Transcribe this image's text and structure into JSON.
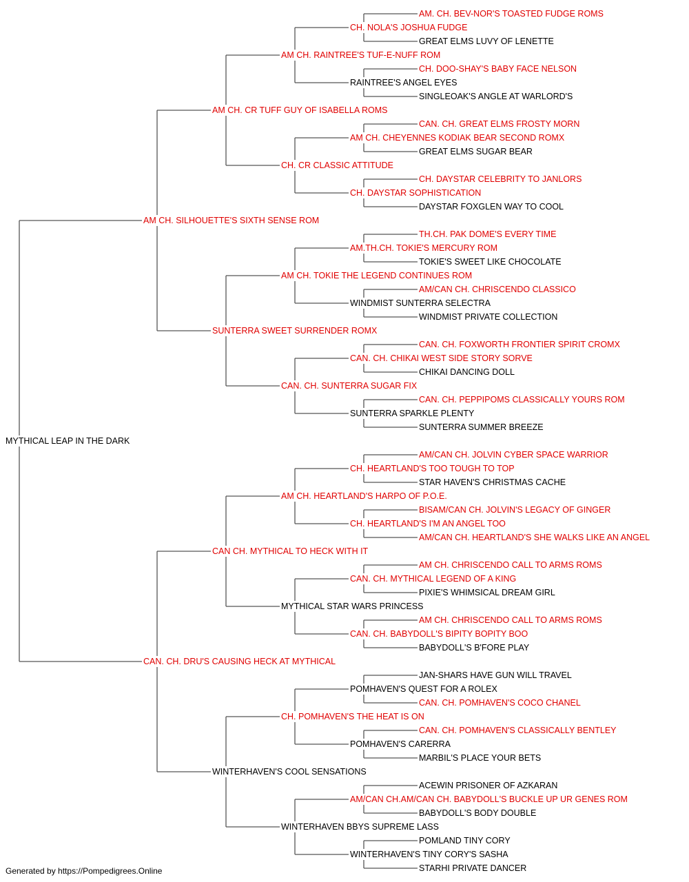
{
  "colors": {
    "champion": "#e00000",
    "normal": "#000000",
    "line": "#555555"
  },
  "pedigree": {
    "name": "MYTHICAL LEAP IN THE DARK",
    "ch": false,
    "sire": {
      "name": "AM CH. SILHOUETTE'S SIXTH SENSE ROM",
      "ch": true,
      "sire": {
        "name": "AM CH. CR TUFF GUY OF ISABELLA ROMS",
        "ch": true,
        "sire": {
          "name": "AM CH. RAINTREE'S TUF-E-NUFF ROM",
          "ch": true,
          "sire": {
            "name": "CH. NOLA'S JOSHUA FUDGE",
            "ch": true,
            "sire": {
              "name": "AM. CH. BEV-NOR'S TOASTED FUDGE ROMS",
              "ch": true
            },
            "dam": {
              "name": "GREAT ELMS LUVY OF LENETTE",
              "ch": false
            }
          },
          "dam": {
            "name": "RAINTREE'S ANGEL EYES",
            "ch": false,
            "sire": {
              "name": "CH. DOO-SHAY'S BABY FACE NELSON",
              "ch": true
            },
            "dam": {
              "name": "SINGLEOAK'S ANGLE AT WARLORD'S",
              "ch": false
            }
          }
        },
        "dam": {
          "name": "CH. CR CLASSIC ATTITUDE",
          "ch": true,
          "sire": {
            "name": "AM CH. CHEYENNES KODIAK BEAR SECOND ROMX",
            "ch": true,
            "sire": {
              "name": "CAN. CH. GREAT ELMS FROSTY MORN",
              "ch": true
            },
            "dam": {
              "name": "GREAT ELMS SUGAR BEAR",
              "ch": false
            }
          },
          "dam": {
            "name": "CH. DAYSTAR SOPHISTICATION",
            "ch": true,
            "sire": {
              "name": "CH. DAYSTAR CELEBRITY TO JANLORS",
              "ch": true
            },
            "dam": {
              "name": "DAYSTAR FOXGLEN WAY TO COOL",
              "ch": false
            }
          }
        }
      },
      "dam": {
        "name": "SUNTERRA SWEET SURRENDER ROMX",
        "ch": true,
        "sire": {
          "name": "AM CH. TOKIE THE LEGEND CONTINUES ROM",
          "ch": true,
          "sire": {
            "name": "AM.TH.CH. TOKIE'S MERCURY ROM",
            "ch": true,
            "sire": {
              "name": "TH.CH. PAK DOME'S EVERY TIME",
              "ch": true
            },
            "dam": {
              "name": "TOKIE'S SWEET LIKE CHOCOLATE",
              "ch": false
            }
          },
          "dam": {
            "name": "WINDMIST SUNTERRA SELECTRA",
            "ch": false,
            "sire": {
              "name": "AM/CAN CH. CHRISCENDO CLASSICO",
              "ch": true
            },
            "dam": {
              "name": "WINDMIST PRIVATE COLLECTION",
              "ch": false
            }
          }
        },
        "dam": {
          "name": "CAN. CH. SUNTERRA SUGAR FIX",
          "ch": true,
          "sire": {
            "name": "CAN. CH. CHIKAI WEST SIDE STORY SORVE",
            "ch": true,
            "sire": {
              "name": "CAN. CH. FOXWORTH FRONTIER SPIRIT CROMX",
              "ch": true
            },
            "dam": {
              "name": "CHIKAI DANCING DOLL",
              "ch": false
            }
          },
          "dam": {
            "name": "SUNTERRA SPARKLE PLENTY",
            "ch": false,
            "sire": {
              "name": "CAN. CH. PEPPIPOMS CLASSICALLY YOURS ROM",
              "ch": true
            },
            "dam": {
              "name": "SUNTERRA SUMMER BREEZE",
              "ch": false
            }
          }
        }
      }
    },
    "dam": {
      "name": "CAN. CH. DRU'S CAUSING HECK AT MYTHICAL",
      "ch": true,
      "sire": {
        "name": "CAN CH. MYTHICAL TO HECK WITH IT",
        "ch": true,
        "sire": {
          "name": "AM CH. HEARTLAND'S HARPO OF P.O.E.",
          "ch": true,
          "sire": {
            "name": "CH. HEARTLAND'S TOO TOUGH TO TOP",
            "ch": true,
            "sire": {
              "name": "AM/CAN CH. JOLVIN CYBER SPACE WARRIOR",
              "ch": true
            },
            "dam": {
              "name": "STAR HAVEN'S CHRISTMAS CACHE",
              "ch": false
            }
          },
          "dam": {
            "name": "CH. HEARTLAND'S I'M AN ANGEL TOO",
            "ch": true,
            "sire": {
              "name": "BISAM/CAN CH. JOLVIN'S LEGACY OF GINGER",
              "ch": true
            },
            "dam": {
              "name": "AM/CAN CH. HEARTLAND'S SHE WALKS LIKE AN ANGEL",
              "ch": true
            }
          }
        },
        "dam": {
          "name": "MYTHICAL STAR WARS PRINCESS",
          "ch": false,
          "sire": {
            "name": "CAN. CH. MYTHICAL LEGEND OF A KING",
            "ch": true,
            "sire": {
              "name": "AM CH. CHRISCENDO CALL TO ARMS ROMS",
              "ch": true
            },
            "dam": {
              "name": "PIXIE'S WHIMSICAL DREAM GIRL",
              "ch": false
            }
          },
          "dam": {
            "name": "CAN. CH. BABYDOLL'S BIPITY BOPITY BOO",
            "ch": true,
            "sire": {
              "name": "AM CH. CHRISCENDO CALL TO ARMS ROMS",
              "ch": true
            },
            "dam": {
              "name": "BABYDOLL'S B'FORE PLAY",
              "ch": false
            }
          }
        }
      },
      "dam": {
        "name": "WINTERHAVEN'S COOL SENSATIONS",
        "ch": false,
        "sire": {
          "name": "CH. POMHAVEN'S THE HEAT IS ON",
          "ch": true,
          "sire": {
            "name": "POMHAVEN'S QUEST FOR A ROLEX",
            "ch": false,
            "sire": {
              "name": "JAN-SHARS HAVE GUN WILL TRAVEL",
              "ch": false
            },
            "dam": {
              "name": "CAN. CH. POMHAVEN'S COCO CHANEL",
              "ch": true
            }
          },
          "dam": {
            "name": "POMHAVEN'S CARERRA",
            "ch": false,
            "sire": {
              "name": "CAN. CH. POMHAVEN'S CLASSICALLY BENTLEY",
              "ch": true
            },
            "dam": {
              "name": "MARBIL'S PLACE YOUR BETS",
              "ch": false
            }
          }
        },
        "dam": {
          "name": "WINTERHAVEN BBYS SUPREME LASS",
          "ch": false,
          "sire": {
            "name": "AM/CAN CH.AM/CAN CH. BABYDOLL'S BUCKLE UP UR GENES ROM",
            "ch": true,
            "sire": {
              "name": "ACEWIN PRISONER OF AZKARAN",
              "ch": false
            },
            "dam": {
              "name": "BABYDOLL'S BODY DOUBLE",
              "ch": false
            }
          },
          "dam": {
            "name": "WINTERHAVEN'S TINY CORY'S SASHA",
            "ch": false,
            "sire": {
              "name": "POMLAND TINY CORY",
              "ch": false
            },
            "dam": {
              "name": "STARHI PRIVATE DANCER",
              "ch": false
            }
          }
        }
      }
    }
  },
  "footer": {
    "text": "Generated by https://Pompedigrees.Online"
  }
}
